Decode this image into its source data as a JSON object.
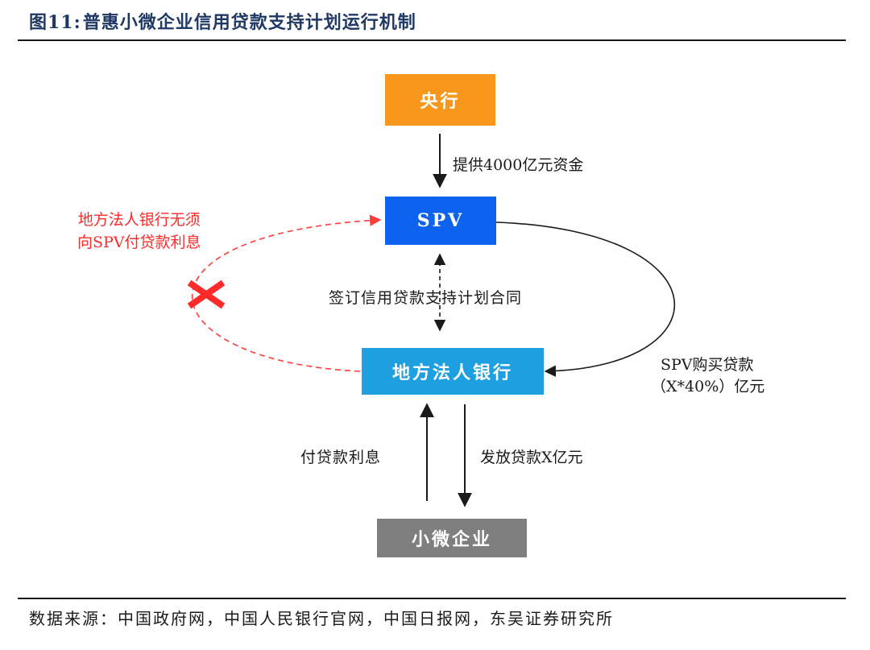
{
  "title": {
    "number": "图11:",
    "text": "普惠小微企业信用贷款支持计划运行机制"
  },
  "nodes": {
    "central_bank": "央行",
    "spv": "SPV",
    "local_bank": "地方法人银行",
    "sme": "小微企业"
  },
  "edges": {
    "central_to_spv": "提供4000亿元资金",
    "spv_bank_contract": "签订信用贷款支持计划合同",
    "spv_buy_loans_line1": "SPV购买贷款",
    "spv_buy_loans_line2": "（X*40%）亿元",
    "sme_pays_interest": "付贷款利息",
    "bank_issues_loans": "发放贷款X亿元",
    "no_interest_line1": "地方法人银行无须",
    "no_interest_line2": "向SPV付贷款利息"
  },
  "colors": {
    "central_bank": "#f7981d",
    "spv": "#0d63f0",
    "local_bank": "#1e9fe0",
    "sme": "#7f7f7f",
    "cross_out": "#ff2a2a",
    "title": "#1f3864"
  },
  "source": "数据来源：中国政府网，中国人民银行官网，中国日报网，东吴证券研究所"
}
